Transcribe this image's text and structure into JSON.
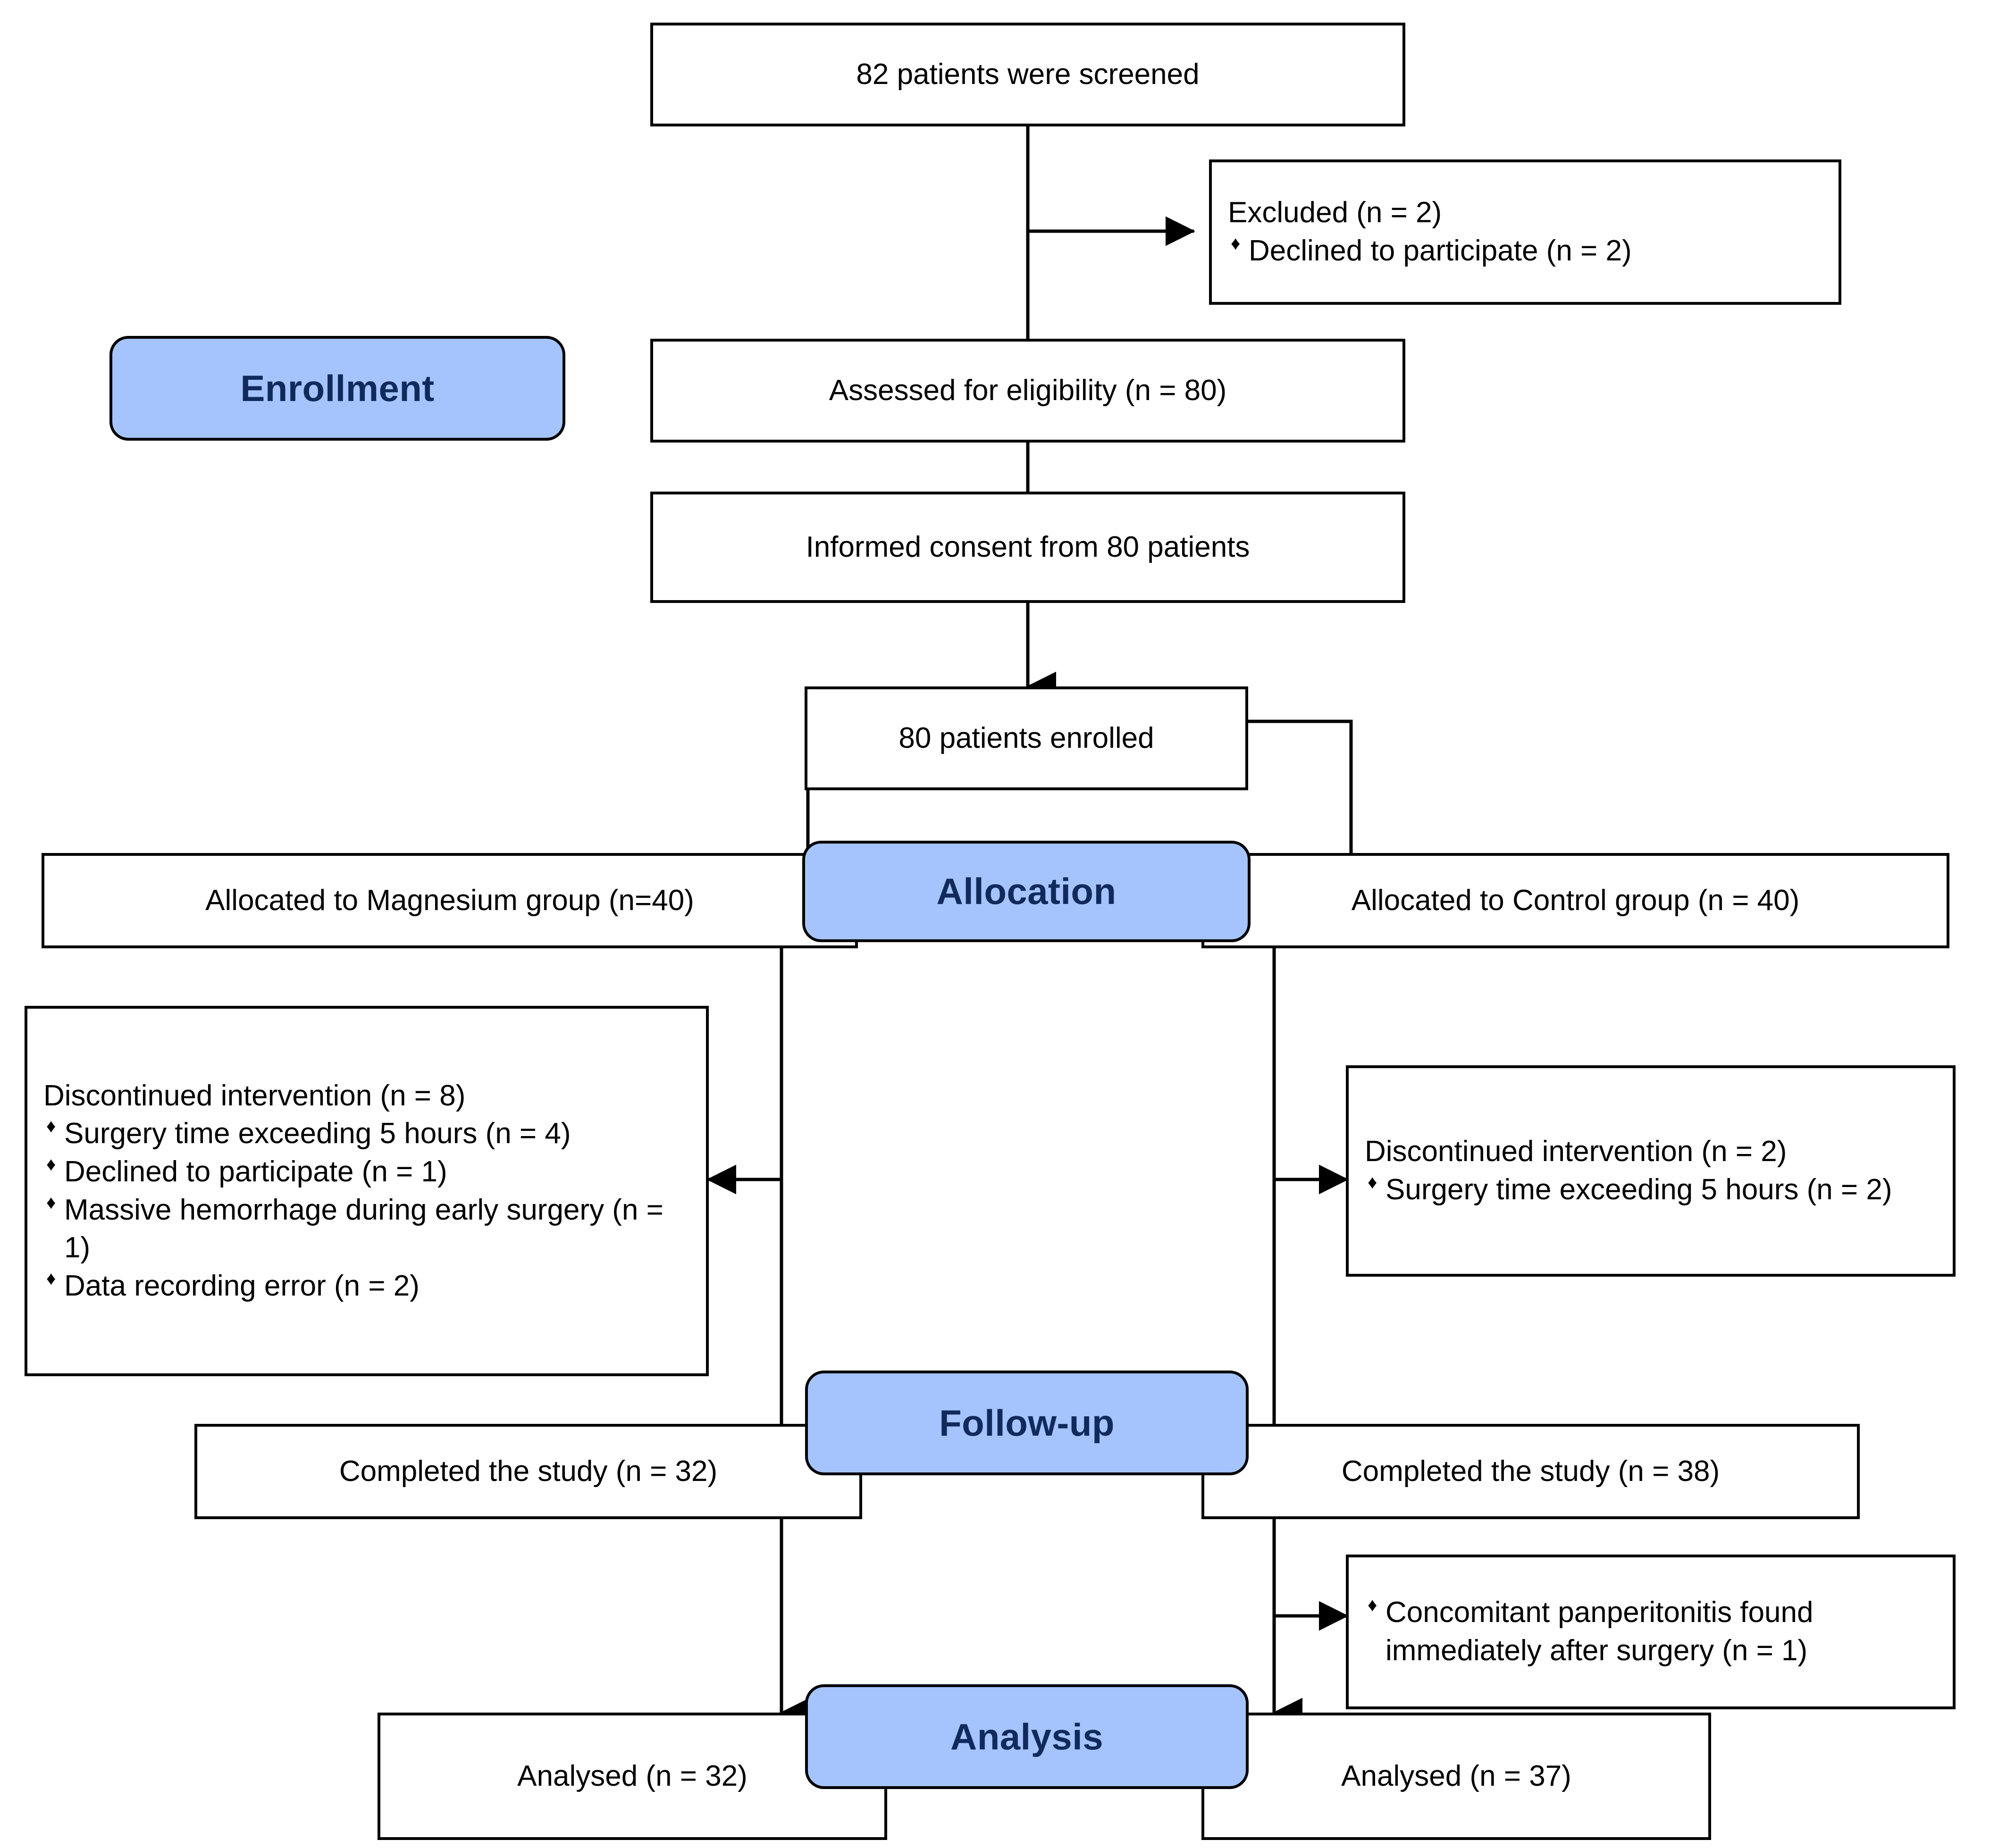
{
  "diagram": {
    "type": "consort-flow-diagram",
    "accent_blue": "#A5C4FD",
    "accent_text": "#112A5C",
    "line_color": "#000000",
    "bullet_glyph": "diamond"
  },
  "stage_labels": {
    "enrollment": "Enrollment",
    "allocation": "Allocation",
    "followup": "Follow-up",
    "analysis": "Analysis"
  },
  "nodes": {
    "screened": "82 patients were screened",
    "excluded": {
      "header": "Excluded (n = 2)",
      "items": [
        "Declined to participate (n = 2)"
      ]
    },
    "eligibility": "Assessed for eligibility (n = 80)",
    "consent": "Informed consent from 80 patients",
    "enrolled": "80 patients enrolled",
    "alloc_left": "Allocated to Magnesium group (n=40)",
    "alloc_right": "Allocated to Control group (n = 40)",
    "disc_left": {
      "header": "Discontinued intervention (n = 8)",
      "items": [
        "Surgery time exceeding 5 hours (n = 4)",
        "Declined to participate (n = 1)",
        "Massive hemorrhage during early surgery (n = 1)",
        "Data recording error (n = 2)"
      ]
    },
    "disc_right": {
      "header": "Discontinued intervention (n = 2)",
      "items": [
        "Surgery time exceeding 5 hours (n = 2)"
      ]
    },
    "completed_left": "Completed the study (n = 32)",
    "completed_right": "Completed the study (n = 38)",
    "excl_analysis_right": {
      "items": [
        "Concomitant panperitonitis found immediately after surgery (n = 1)"
      ]
    },
    "analysed_left": "Analysed (n = 32)",
    "analysed_right": "Analysed (n = 37)"
  }
}
